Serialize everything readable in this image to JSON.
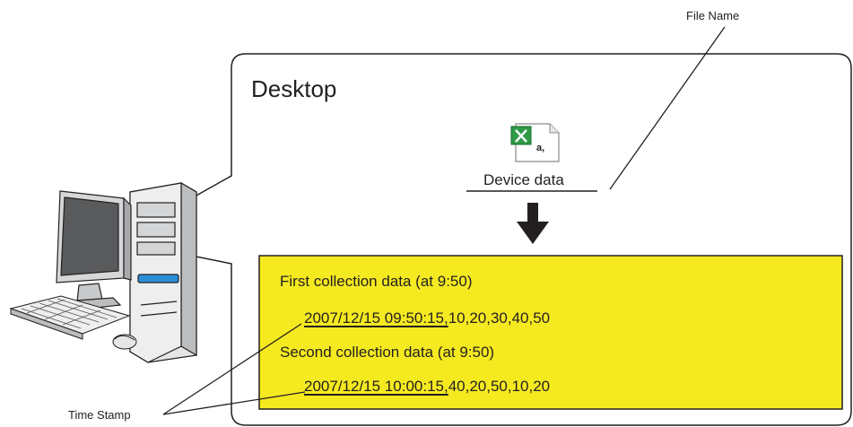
{
  "desktop": {
    "title": "Desktop"
  },
  "file": {
    "icon": "excel-csv-file-icon",
    "label": "Device data",
    "icon_letter": "a,",
    "accent": "#2e9a46"
  },
  "annotations": {
    "file_name": "File Name",
    "time_stamp": "Time Stamp"
  },
  "panel": {
    "background": "#f5ea20",
    "heading1": "First collection data (at 9:50)",
    "row1": {
      "timestamp": "2007/12/15 09:50:15,",
      "values": "10,20,30,40,50"
    },
    "heading2": "Second collection data (at 9:50)",
    "row2": {
      "timestamp": "2007/12/15 10:00:15,",
      "values": "40,20,50,10,20"
    }
  },
  "computer": {
    "icon": "desktop-computer-icon"
  }
}
